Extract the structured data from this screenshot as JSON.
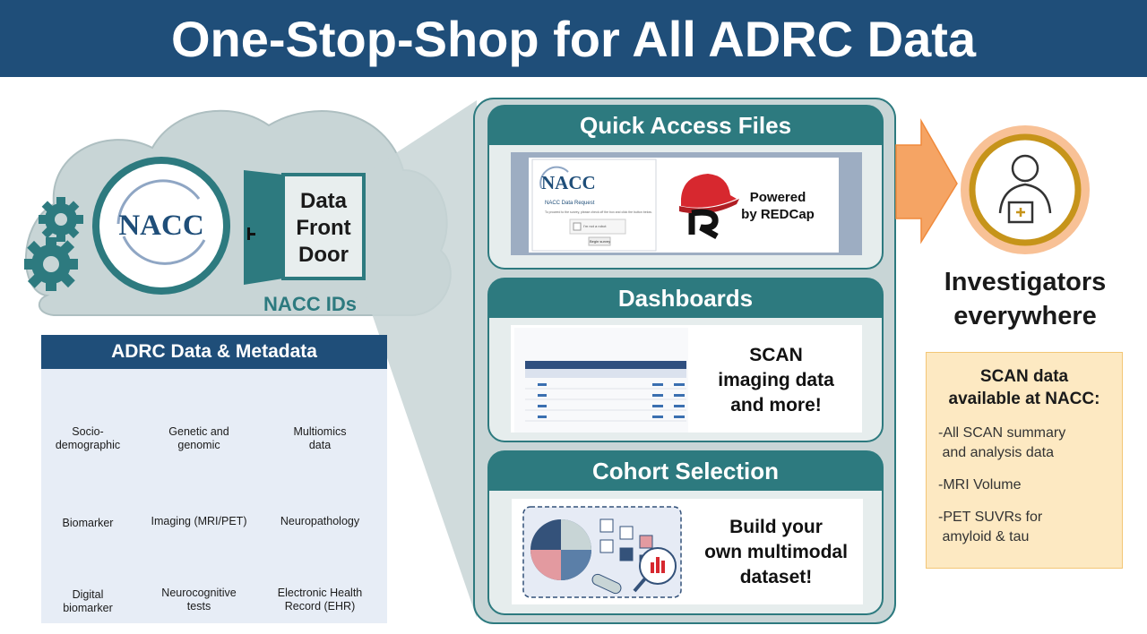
{
  "title": "One-Stop-Shop for All ADRC Data",
  "cloud": {
    "logo_text": "NACC",
    "door_lines": [
      "Data",
      "Front",
      "Door"
    ],
    "ids_label": "NACC IDs"
  },
  "metadata": {
    "title": "ADRC Data & Metadata",
    "items": [
      {
        "icon": "people-globe-icon",
        "lines": [
          "Socio-",
          "demographic"
        ]
      },
      {
        "icon": "dna-icon",
        "lines": [
          "Genetic and",
          "genomic"
        ]
      },
      {
        "icon": "magnifier-gears-icon",
        "lines": [
          "Multiomics",
          "data"
        ]
      },
      {
        "icon": "test-tubes-icon",
        "lines": [
          "Biomarker"
        ]
      },
      {
        "icon": "brain-monitor-icon",
        "lines": [
          "Imaging (MRI/PET)"
        ]
      },
      {
        "icon": "microscope-icon",
        "lines": [
          "Neuropathology"
        ]
      },
      {
        "icon": "phone-plus-icon",
        "lines": [
          "Digital",
          "biomarker"
        ]
      },
      {
        "icon": "checklist-icon",
        "lines": [
          "Neurocognitive",
          "tests"
        ]
      },
      {
        "icon": "ehr-monitor-icon",
        "lines": [
          "Electronic Health",
          "Record (EHR)"
        ]
      }
    ]
  },
  "panels": {
    "quick_access": {
      "title": "Quick Access Files",
      "form_logo": "NACC",
      "form_heading": "NACC Data Request",
      "form_text": "To proceed to the survey, please check off the box and click the button below.",
      "captcha_text": "I'm not a robot",
      "button_text": "Begin survey",
      "powered_lines": [
        "Powered",
        "by REDCap"
      ]
    },
    "dashboards": {
      "title": "Dashboards",
      "text_lines": [
        "SCAN",
        "imaging data",
        "and more!"
      ]
    },
    "cohort": {
      "title": "Cohort Selection",
      "text_lines": [
        "Build your",
        "own multimodal",
        "dataset!"
      ]
    }
  },
  "investigators": {
    "lines": [
      "Investigators",
      "everywhere"
    ]
  },
  "scan_box": {
    "title_lines": [
      "SCAN data",
      "available at NACC:"
    ],
    "items": [
      [
        "-All SCAN summary",
        " and analysis data"
      ],
      [
        "-MRI Volume"
      ],
      [
        "-PET SUVRs for",
        " amyloid & tau"
      ]
    ]
  },
  "colors": {
    "navy": "#1f4e79",
    "teal": "#2d7a7f",
    "cloud": "#c8d5d6",
    "orange": "#f5a464",
    "scan_bg": "#fde9c2"
  }
}
